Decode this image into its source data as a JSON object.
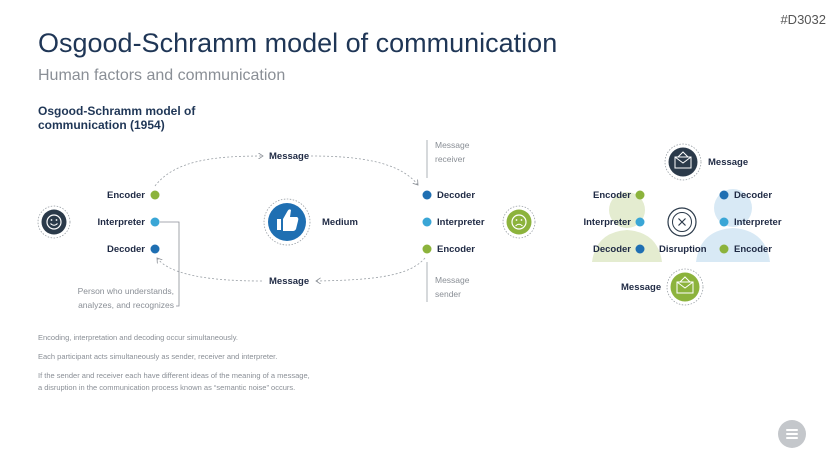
{
  "slide_id": "#D3032",
  "title": "Osgood-Schramm model of communication",
  "subtitle": "Human factors and communication",
  "diagram_title": "Osgood-Schramm model of communication (1954)",
  "left_model": {
    "person_a": {
      "encoder": "Encoder",
      "interpreter": "Interpreter",
      "decoder": "Decoder"
    },
    "person_b": {
      "decoder": "Decoder",
      "interpreter": "Interpreter",
      "encoder": "Encoder"
    },
    "message_top": "Message",
    "message_bottom": "Message",
    "medium": "Medium",
    "note_interpreter": "Person who understands, analyzes, and recognizes",
    "note_receiver": "Message receiver",
    "note_sender": "Message sender"
  },
  "right_model": {
    "message_top": "Message",
    "message_bottom": "Message",
    "disruption": "Disruption",
    "left_labels": {
      "encoder": "Encoder",
      "interpreter": "Interpreter",
      "decoder": "Decoder"
    },
    "right_labels": {
      "decoder": "Decoder",
      "interpreter": "Interpreter",
      "encoder": "Encoder"
    }
  },
  "footnotes": [
    "Encoding, interpretation and decoding occur simultaneously.",
    "Each participant acts simultaneously as sender, receiver and interpreter.",
    "If the sender and receiver each have different ideas of the meaning of a message,",
    "a disruption in the communication process known as “semantic noise” occurs."
  ],
  "colors": {
    "encoder": "#8cb33c",
    "interpreter": "#3aa6d6",
    "decoder": "#1f6fb2",
    "dark": "#2b3a4a",
    "gray": "#8a8f96"
  },
  "icons": [
    "smiley-face-icon",
    "thumbs-up-icon",
    "unhappy-face-icon",
    "envelope-icon",
    "close-x-icon",
    "person-silhouette-icon",
    "hamburger-menu-icon"
  ]
}
